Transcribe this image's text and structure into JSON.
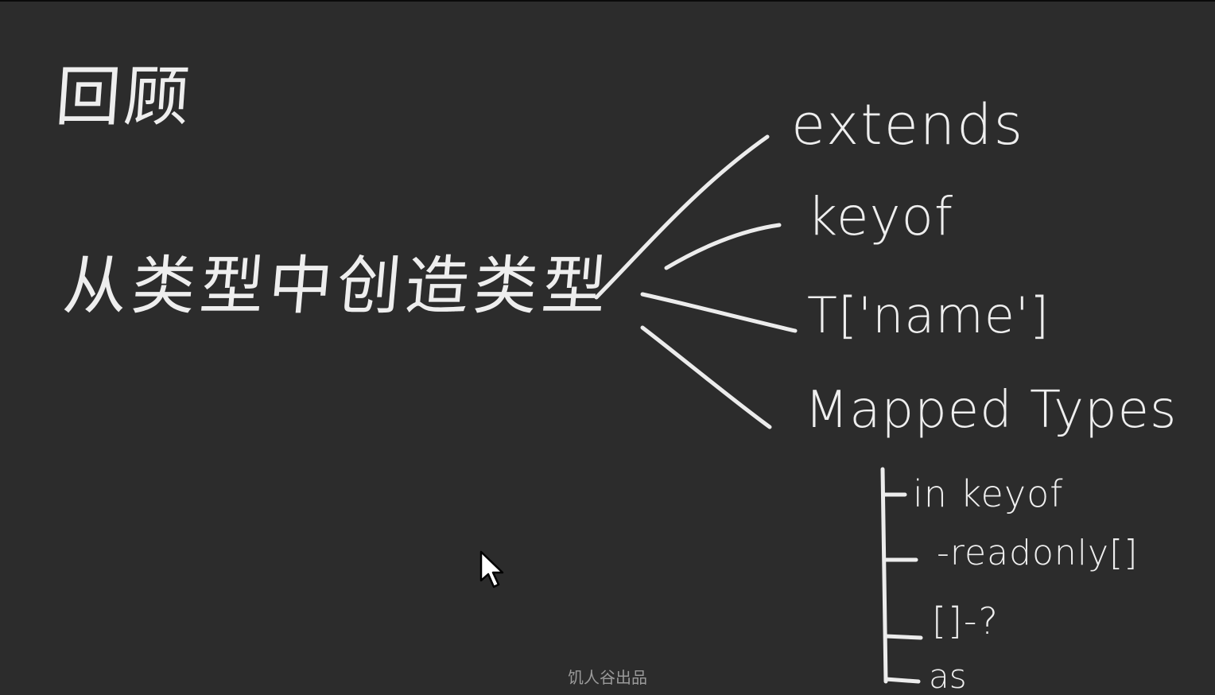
{
  "heading": "回顾",
  "root": "从类型中创造类型",
  "branches": [
    "extends",
    "keyof",
    "T['name']",
    "Mapped Types"
  ],
  "mapped_children": [
    "in keyof",
    "-readonly[]",
    "[]-?",
    "as"
  ],
  "footer": "饥人谷出品",
  "colors": {
    "background": "#2c2c2c",
    "chalk": "#eeeeee"
  },
  "icons": [
    "mouse-pointer-icon"
  ]
}
